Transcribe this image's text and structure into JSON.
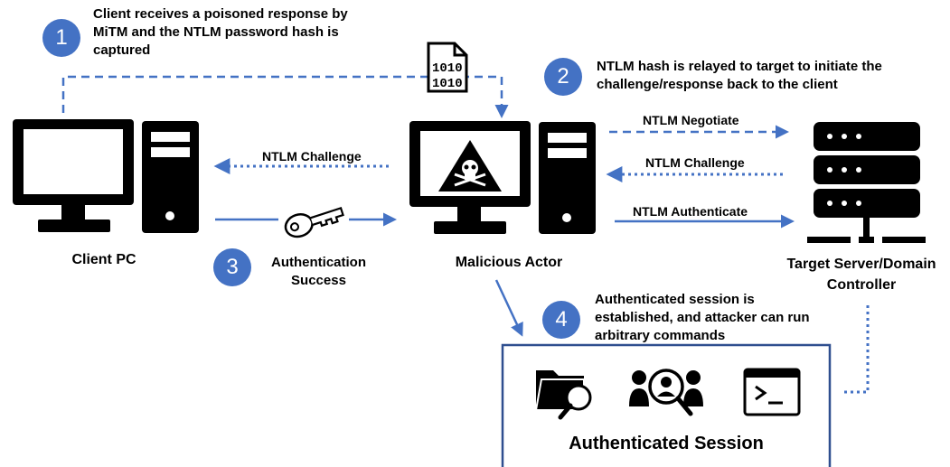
{
  "steps": [
    {
      "number": "1",
      "text": "Client receives a poisoned response by MiTM and the NTLM password hash is captured"
    },
    {
      "number": "2",
      "text": "NTLM hash is relayed to target to initiate the challenge/response back to the client"
    },
    {
      "number": "3",
      "text": "Authentication Success"
    },
    {
      "number": "4",
      "text": "Authenticated session is established, and attacker can run arbitrary commands"
    }
  ],
  "nodes": {
    "client": "Client PC",
    "attacker": "Malicious Actor",
    "target": "Target Server/Domain Controller"
  },
  "arrows": {
    "client_challenge": "NTLM Challenge",
    "negotiate": "NTLM Negotiate",
    "server_challenge": "NTLM Challenge",
    "authenticate": "NTLM Authenticate"
  },
  "session": {
    "title": "Authenticated Session"
  },
  "colors": {
    "accent": "#4472c4",
    "icon": "#000000"
  },
  "icons": {
    "hash_file": "binary-file-icon",
    "key": "key-icon",
    "skull": "skull-warning-icon",
    "server": "server-rack-icon",
    "folder_search": "folder-search-icon",
    "user_search": "user-search-icon",
    "terminal": "terminal-icon"
  }
}
